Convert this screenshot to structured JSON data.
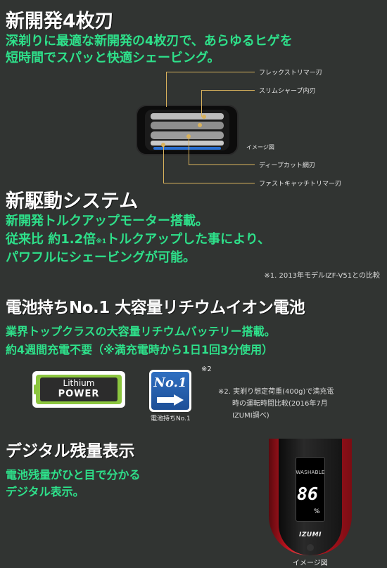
{
  "section1": {
    "heading": "新開発4枚刃",
    "desc_line1": "深剃りに最適な新開発の4枚刃で、あらゆるヒゲを",
    "desc_line2": "短時間でスパッと快適シェービング。",
    "callouts": [
      "フレックストリマー刃",
      "スリムシャープ内刃",
      "ディープカット網刃",
      "ファストキャッチトリマー刃"
    ],
    "image_caption": "イメージ図"
  },
  "section2": {
    "heading": "新駆動システム",
    "desc_line1": "新開発トルクアップモーター搭載。",
    "desc_line2_a": "従来比 約1.2倍",
    "desc_line2_sup": "※1",
    "desc_line2_b": "トルクアップした事により、",
    "desc_line3": "パワフルにシェービングが可能。",
    "footnote": "※1. 2013年モデルIZF-V51との比較"
  },
  "section3": {
    "heading": "電池持ちNo.1 大容量リチウムイオン電池",
    "desc_line1": "業界トップクラスの大容量リチウムバッテリー搭載。",
    "desc_line2": "約4週間充電不要（※満充電時から1日1回3分使用）",
    "lithium_top": "Lithium",
    "lithium_bottom": "POWER",
    "no1_label": "No.1",
    "no1_caption": "電池持ちNo.1",
    "no1_sup": "※2",
    "footnote_line1": "※2. 実剃り想定荷重(400g)で満充電",
    "footnote_line2": "時の運転時間比較(2016年7月",
    "footnote_line3": "IZUMI調べ)"
  },
  "section4": {
    "heading": "デジタル残量表示",
    "desc_line1": "電池残量がひと目で分かる",
    "desc_line2": "デジタル表示。",
    "washable": "WASHABLE",
    "display_value": "86",
    "display_unit": "%",
    "brand": "IZUMI",
    "image_caption": "イメージ図"
  },
  "colors": {
    "background": "#313432",
    "accent_green": "#2ee08a",
    "callout_line": "#d9b25c",
    "shaver_red": "#c0141f"
  }
}
